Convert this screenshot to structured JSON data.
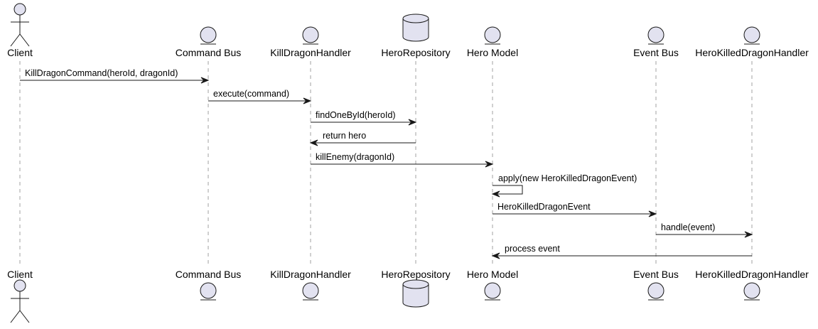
{
  "participants": [
    {
      "id": "client",
      "name": "Client",
      "kind": "actor"
    },
    {
      "id": "bus",
      "name": "Command Bus",
      "kind": "entity"
    },
    {
      "id": "kdh",
      "name": "KillDragonHandler",
      "kind": "entity"
    },
    {
      "id": "repo",
      "name": "HeroRepository",
      "kind": "database"
    },
    {
      "id": "hero",
      "name": "Hero Model",
      "kind": "entity"
    },
    {
      "id": "ebus",
      "name": "Event Bus",
      "kind": "entity"
    },
    {
      "id": "hkdh",
      "name": "HeroKilledDragonHandler",
      "kind": "entity"
    }
  ],
  "messages": [
    {
      "from": "client",
      "to": "bus",
      "label": "KillDragonCommand(heroId, dragonId)"
    },
    {
      "from": "bus",
      "to": "kdh",
      "label": "execute(command)"
    },
    {
      "from": "kdh",
      "to": "repo",
      "label": "findOneById(heroId)"
    },
    {
      "from": "repo",
      "to": "kdh",
      "label": "return hero"
    },
    {
      "from": "kdh",
      "to": "hero",
      "label": "killEnemy(dragonId)"
    },
    {
      "from": "hero",
      "to": "hero",
      "label": "apply(new HeroKilledDragonEvent)"
    },
    {
      "from": "hero",
      "to": "ebus",
      "label": "HeroKilledDragonEvent"
    },
    {
      "from": "ebus",
      "to": "hkdh",
      "label": "handle(event)"
    },
    {
      "from": "hkdh",
      "to": "hero",
      "label": "process event"
    }
  ],
  "colors": {
    "participant_fill": "#e2e2f0",
    "stroke": "#181818",
    "lifeline": "#a0a0a0"
  }
}
